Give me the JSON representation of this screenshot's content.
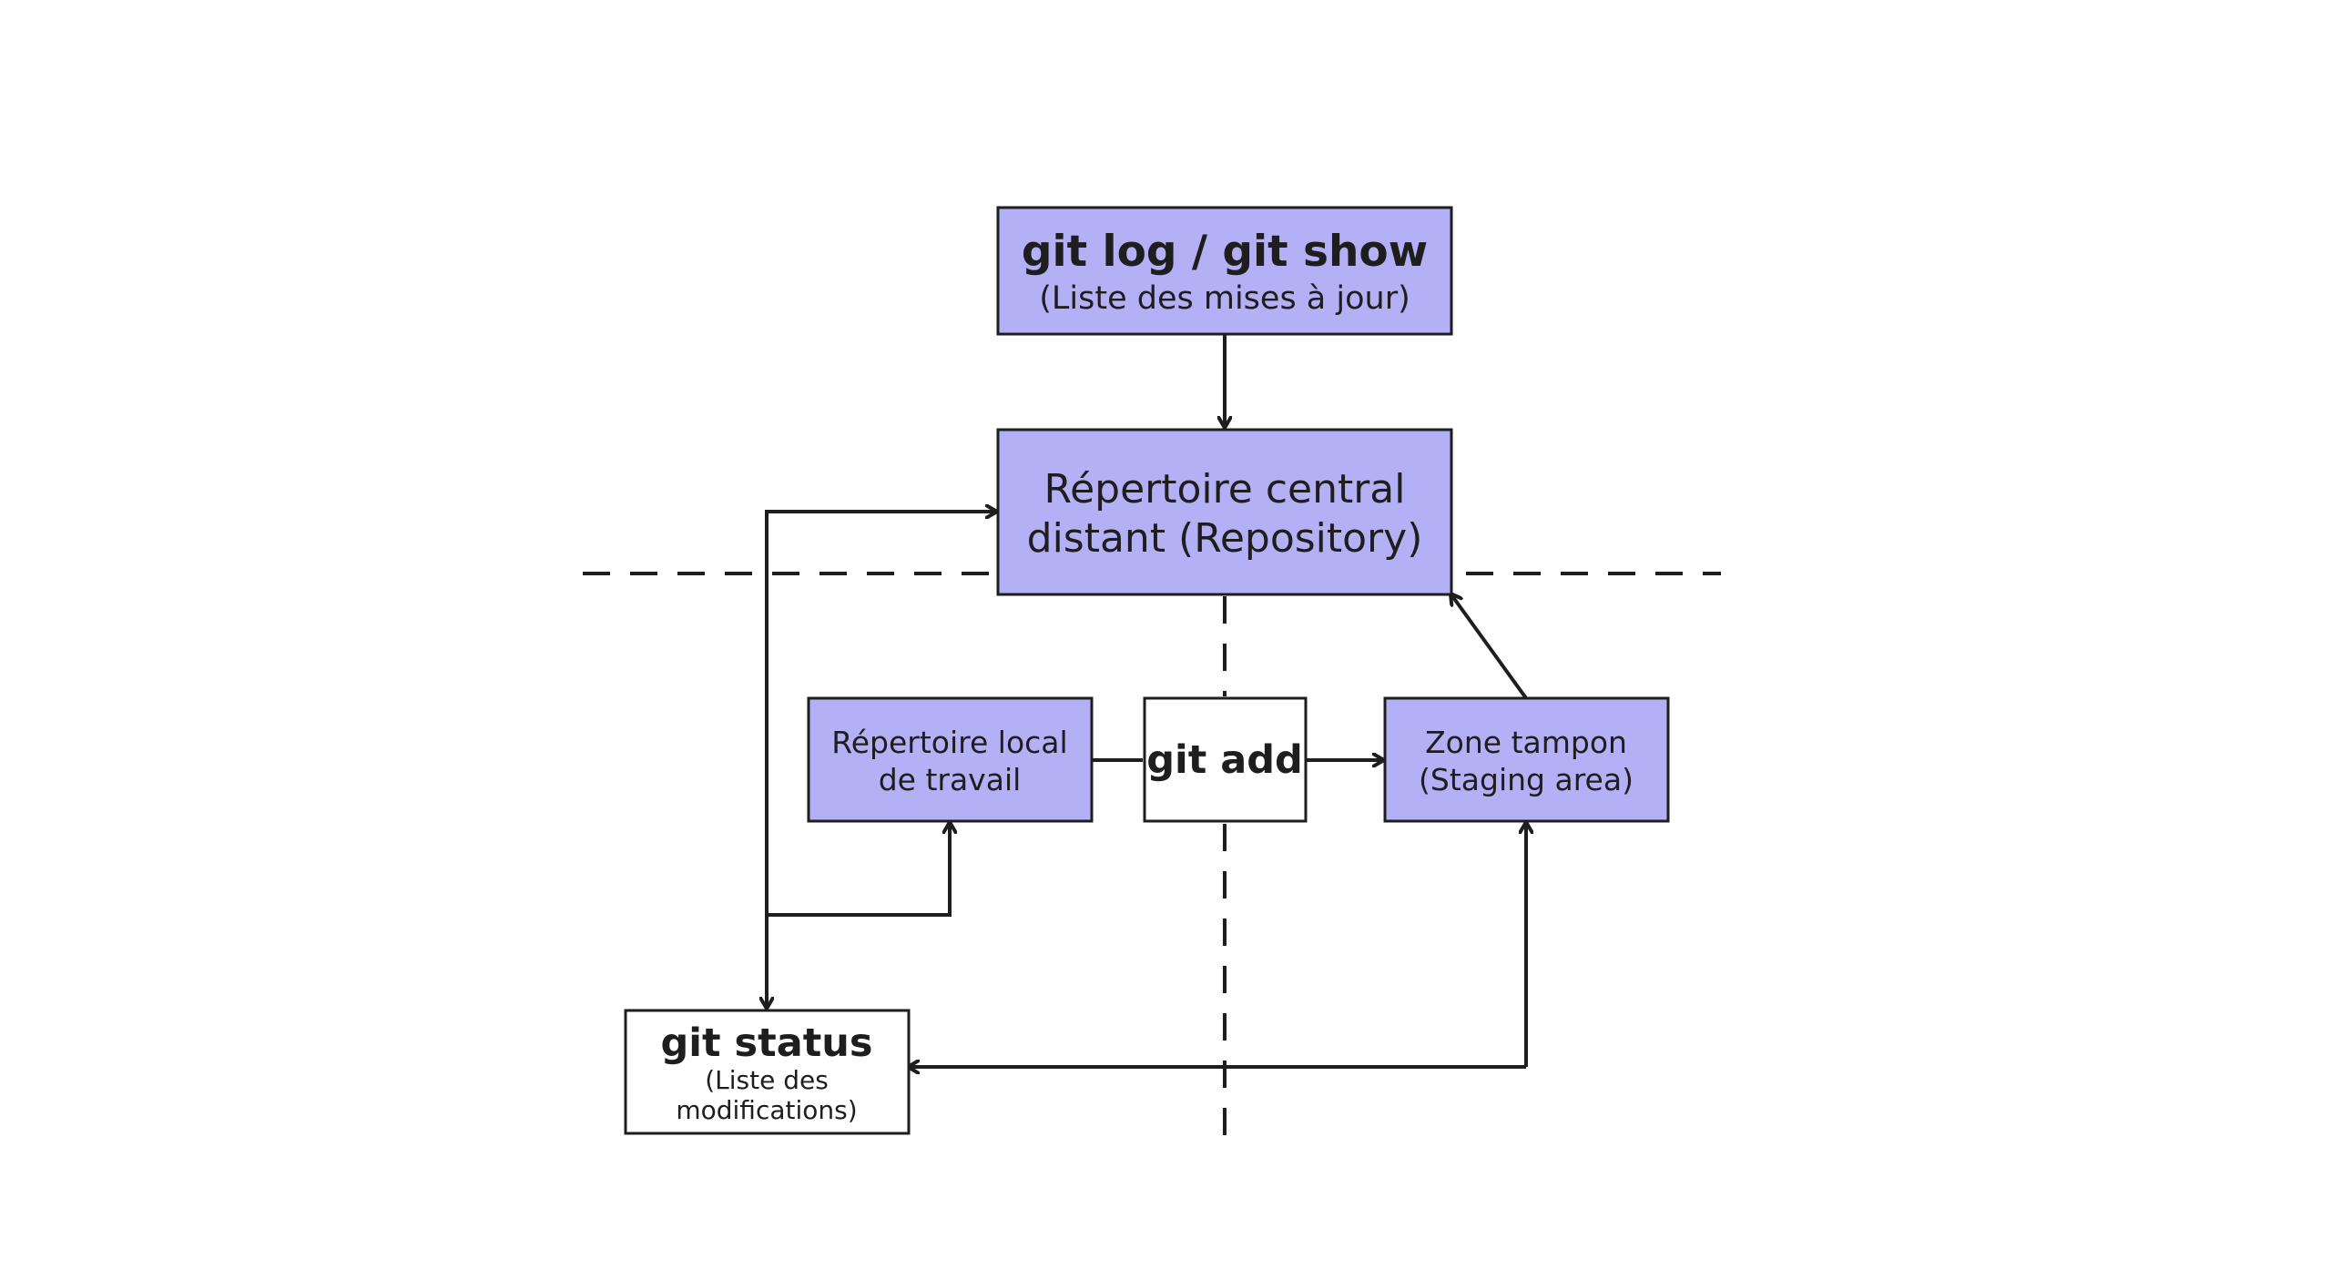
{
  "colors": {
    "box_fill": "#b4b0f5",
    "box_fill_plain": "#ffffff",
    "stroke": "#1e1e1e",
    "text": "#1e1e1e"
  },
  "nodes": {
    "git_log": {
      "title": "git log / git show",
      "subtitle": "(Liste des mises à jour)"
    },
    "repository": {
      "line1": "Répertoire central",
      "line2": "distant (Repository)"
    },
    "local": {
      "line1": "Répertoire local",
      "line2": "de travail"
    },
    "git_add": {
      "label": "git add"
    },
    "staging": {
      "line1": "Zone tampon",
      "line2": "(Staging area)"
    },
    "git_status": {
      "title": "git status",
      "subtitle1": "(Liste des",
      "subtitle2": "modifications)"
    }
  }
}
